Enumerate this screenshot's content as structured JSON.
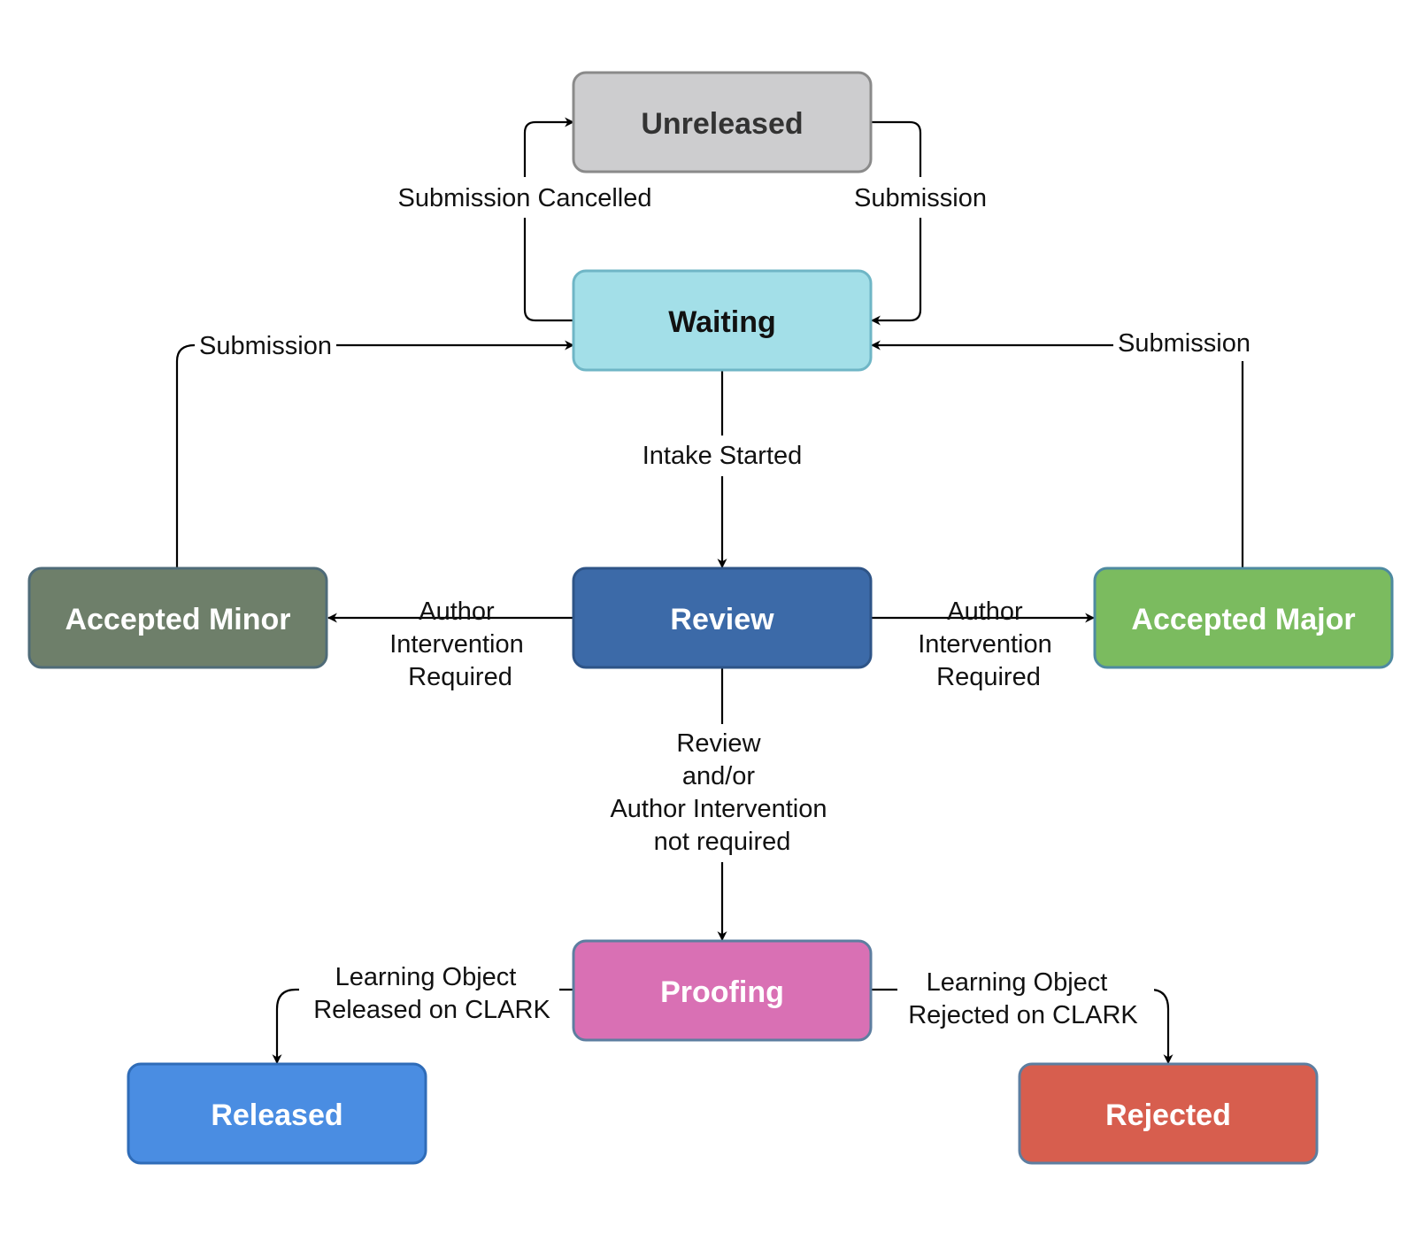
{
  "nodes": {
    "unreleased": {
      "label": "Unreleased",
      "fill": "#cdcdcf",
      "stroke": "#8a8a8a",
      "text_color": "#333333"
    },
    "waiting": {
      "label": "Waiting",
      "fill": "#a3dfe8",
      "stroke": "#6fb6c6",
      "text_color": "#111111"
    },
    "review": {
      "label": "Review",
      "fill": "#3c6aa8",
      "stroke": "#2e5487",
      "text_color": "#ffffff"
    },
    "accepted_minor": {
      "label": "Accepted Minor",
      "fill": "#6e7f6a",
      "stroke": "#4f6b78",
      "text_color": "#ffffff"
    },
    "accepted_major": {
      "label": "Accepted Major",
      "fill": "#7bbb5f",
      "stroke": "#4e8aa0",
      "text_color": "#ffffff"
    },
    "proofing": {
      "label": "Proofing",
      "fill": "#d970b4",
      "stroke": "#5d7ea0",
      "text_color": "#ffffff"
    },
    "released": {
      "label": "Released",
      "fill": "#4a8de2",
      "stroke": "#2f6cb8",
      "text_color": "#ffffff"
    },
    "rejected": {
      "label": "Rejected",
      "fill": "#d75e4e",
      "stroke": "#5d7ea0",
      "text_color": "#ffffff"
    }
  },
  "edges": {
    "submission_cancelled": {
      "label": "Submission Cancelled"
    },
    "submission_top": {
      "label": "Submission"
    },
    "submission_left": {
      "label": "Submission"
    },
    "submission_right": {
      "label": "Submission"
    },
    "intake_started": {
      "label": "Intake Started"
    },
    "author_left": {
      "lines": [
        "Author",
        "Intervention",
        "Required"
      ]
    },
    "author_right": {
      "lines": [
        "Author",
        "Intervention",
        "Required"
      ]
    },
    "review_not_required": {
      "lines": [
        "Review",
        "and/or",
        "Author Intervention",
        "not required"
      ]
    },
    "lo_released": {
      "lines": [
        "Learning Object",
        "Released on CLARK"
      ]
    },
    "lo_rejected": {
      "lines": [
        "Learning Object",
        "Rejected on CLARK"
      ]
    }
  }
}
